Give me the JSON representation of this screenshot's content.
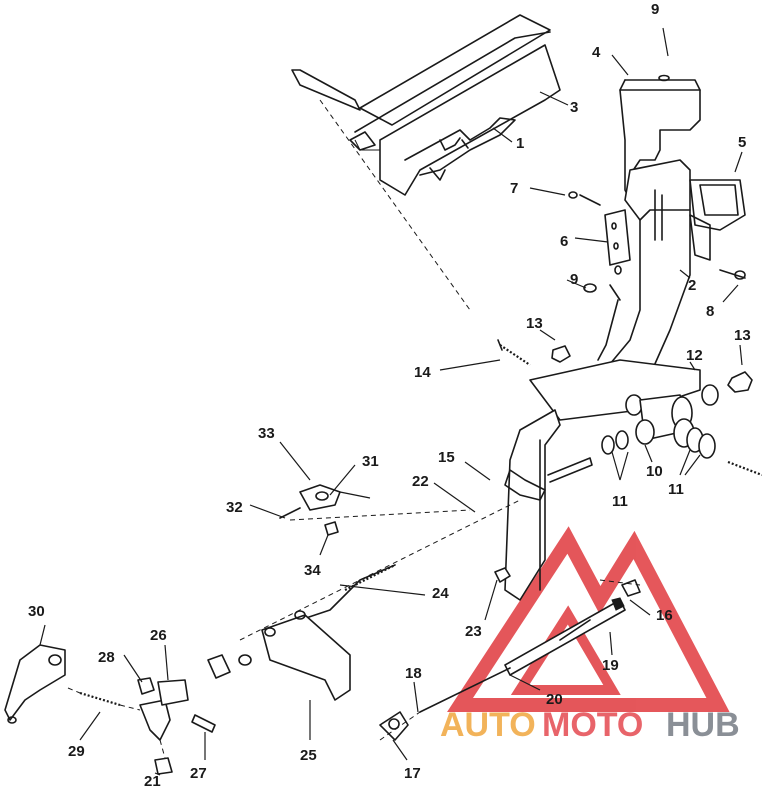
{
  "watermark": {
    "part1": "AUTO",
    "part2": "MOTO",
    "part3": "HUB",
    "colors": {
      "auto": "#f2b35a",
      "moto": "#e8646a",
      "hub": "#8a8f96",
      "logo": "#e0393e"
    }
  },
  "callouts": [
    {
      "id": "c1",
      "label": "1"
    },
    {
      "id": "c2",
      "label": "2"
    },
    {
      "id": "c3",
      "label": "3"
    },
    {
      "id": "c4",
      "label": "4"
    },
    {
      "id": "c5",
      "label": "5"
    },
    {
      "id": "c6",
      "label": "6"
    },
    {
      "id": "c7",
      "label": "7"
    },
    {
      "id": "c8",
      "label": "8"
    },
    {
      "id": "c9a",
      "label": "9"
    },
    {
      "id": "c9b",
      "label": "9"
    },
    {
      "id": "c10",
      "label": "10"
    },
    {
      "id": "c11a",
      "label": "11"
    },
    {
      "id": "c11b",
      "label": "11"
    },
    {
      "id": "c12",
      "label": "12"
    },
    {
      "id": "c13a",
      "label": "13"
    },
    {
      "id": "c13b",
      "label": "13"
    },
    {
      "id": "c14",
      "label": "14"
    },
    {
      "id": "c15",
      "label": "15"
    },
    {
      "id": "c16",
      "label": "16"
    },
    {
      "id": "c17",
      "label": "17"
    },
    {
      "id": "c18",
      "label": "18"
    },
    {
      "id": "c19",
      "label": "19"
    },
    {
      "id": "c20",
      "label": "20"
    },
    {
      "id": "c21",
      "label": "21"
    },
    {
      "id": "c22",
      "label": "22"
    },
    {
      "id": "c23",
      "label": "23"
    },
    {
      "id": "c24",
      "label": "24"
    },
    {
      "id": "c25",
      "label": "25"
    },
    {
      "id": "c26",
      "label": "26"
    },
    {
      "id": "c27",
      "label": "27"
    },
    {
      "id": "c28",
      "label": "28"
    },
    {
      "id": "c29",
      "label": "29"
    },
    {
      "id": "c30",
      "label": "30"
    },
    {
      "id": "c31",
      "label": "31"
    },
    {
      "id": "c32",
      "label": "32"
    },
    {
      "id": "c33",
      "label": "33"
    },
    {
      "id": "c34",
      "label": "34"
    }
  ]
}
